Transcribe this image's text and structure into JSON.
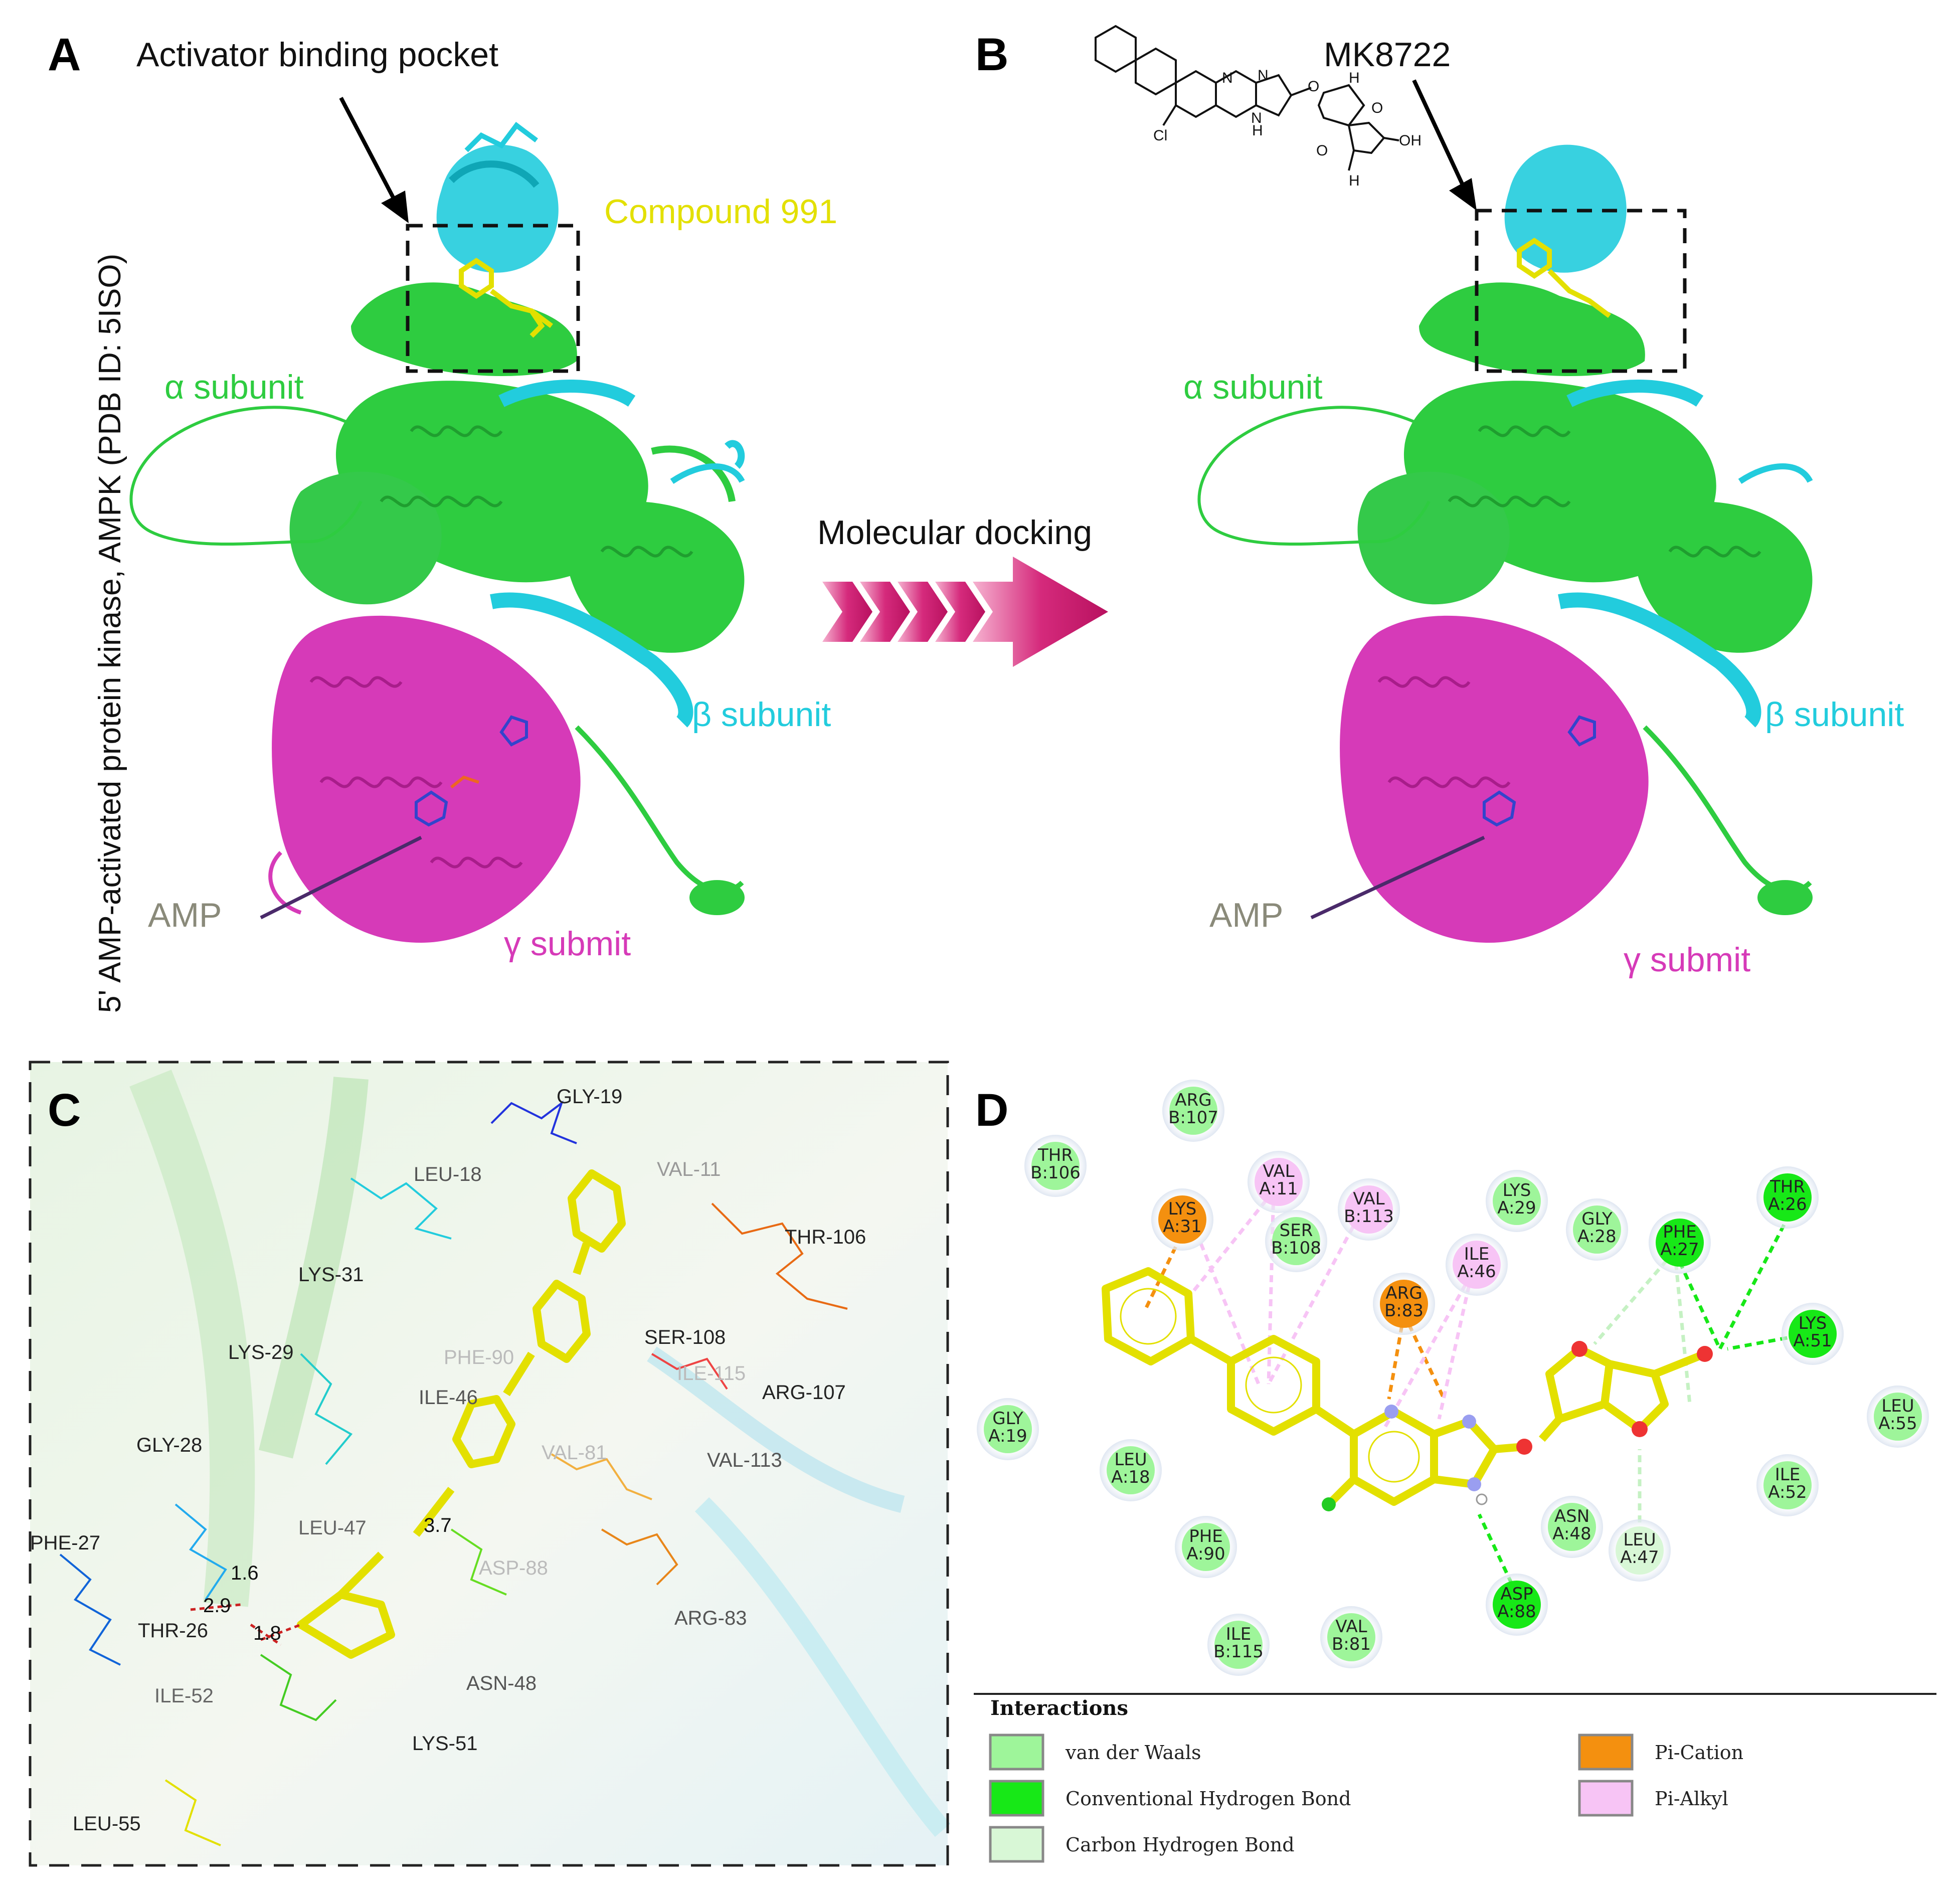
{
  "panels": {
    "A": {
      "letter": "A",
      "vertical_title": "5' AMP-activated protein kinase, AMPK (PDB ID: 5ISO)",
      "pocket_label": "Activator binding pocket",
      "ligand_label": "Compound 991",
      "alpha_label": "α subunit",
      "beta_label": "β subunit",
      "gamma_label": "γ submit",
      "amp_label": "AMP"
    },
    "B": {
      "letter": "B",
      "ligand_label": "MK8722",
      "alpha_label": "α subunit",
      "beta_label": "β subunit",
      "gamma_label": "γ submit",
      "amp_label": "AMP",
      "structure_atoms": {
        "n": "N",
        "n2": "N",
        "nh": "N",
        "h": "H",
        "o1": "O",
        "o2": "O",
        "o3": "O",
        "h1": "H",
        "h2": "H",
        "cl": "Cl",
        "oh": "OH"
      }
    },
    "arrow": {
      "label": "Molecular docking"
    },
    "C": {
      "letter": "C",
      "residues": [
        "GLY-19",
        "VAL-11",
        "LEU-18",
        "THR-106",
        "LYS-31",
        "SER-108",
        "ILE-115",
        "ARG-107",
        "LYS-29",
        "PHE-90",
        "ILE-46",
        "VAL-113",
        "GLY-28",
        "VAL-81",
        "LEU-47",
        "PHE-27",
        "THR-26",
        "ASP-88",
        "ARG-83",
        "ASN-48",
        "ILE-52",
        "LYS-51",
        "LEU-55"
      ],
      "distances": [
        "1.6",
        "2.9",
        "1.8",
        "3.7"
      ]
    },
    "D": {
      "letter": "D",
      "residues": [
        {
          "line1": "ARG",
          "line2": "B:107",
          "type": "vdw"
        },
        {
          "line1": "THR",
          "line2": "B:106",
          "type": "vdw"
        },
        {
          "line1": "LYS",
          "line2": "A:31",
          "type": "pi_cation"
        },
        {
          "line1": "VAL",
          "line2": "A:11",
          "type": "pi_alkyl"
        },
        {
          "line1": "VAL",
          "line2": "B:113",
          "type": "pi_alkyl"
        },
        {
          "line1": "SER",
          "line2": "B:108",
          "type": "vdw"
        },
        {
          "line1": "LYS",
          "line2": "A:29",
          "type": "vdw"
        },
        {
          "line1": "GLY",
          "line2": "A:28",
          "type": "vdw"
        },
        {
          "line1": "PHE",
          "line2": "A:27",
          "type": "hbond"
        },
        {
          "line1": "THR",
          "line2": "A:26",
          "type": "hbond"
        },
        {
          "line1": "ILE",
          "line2": "A:46",
          "type": "pi_alkyl"
        },
        {
          "line1": "ARG",
          "line2": "B:83",
          "type": "pi_cation"
        },
        {
          "line1": "LYS",
          "line2": "A:51",
          "type": "hbond"
        },
        {
          "line1": "LEU",
          "line2": "A:55",
          "type": "vdw"
        },
        {
          "line1": "GLY",
          "line2": "A:19",
          "type": "vdw"
        },
        {
          "line1": "LEU",
          "line2": "A:18",
          "type": "vdw"
        },
        {
          "line1": "ILE",
          "line2": "A:52",
          "type": "vdw"
        },
        {
          "line1": "ASN",
          "line2": "A:48",
          "type": "vdw"
        },
        {
          "line1": "LEU",
          "line2": "A:47",
          "type": "ch_bond"
        },
        {
          "line1": "PHE",
          "line2": "A:90",
          "type": "vdw"
        },
        {
          "line1": "ASP",
          "line2": "A:88",
          "type": "hbond"
        },
        {
          "line1": "ILE",
          "line2": "B:115",
          "type": "vdw"
        },
        {
          "line1": "VAL",
          "line2": "B:81",
          "type": "vdw"
        }
      ],
      "legend_title": "Interactions",
      "legend": [
        {
          "label": "van der Waals",
          "color": "#9ef59a"
        },
        {
          "label": "Conventional Hydrogen Bond",
          "color": "#17e817"
        },
        {
          "label": "Carbon Hydrogen Bond",
          "color": "#d8f7d6"
        },
        {
          "label": "Pi-Cation",
          "color": "#f4900f"
        },
        {
          "label": "Pi-Alkyl",
          "color": "#f7c4f5"
        }
      ]
    }
  },
  "colors": {
    "alpha": "#2ecc40",
    "beta": "#22ccdd",
    "gamma": "#d63ab8",
    "ligand": "#e3e000",
    "amp_text": "#8a8a7a",
    "arrow": "#c4186a"
  }
}
